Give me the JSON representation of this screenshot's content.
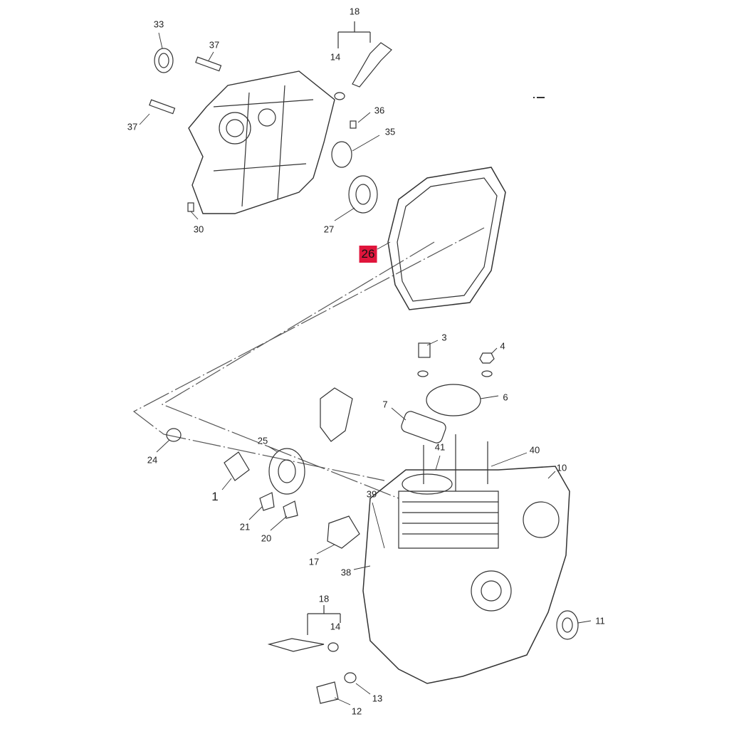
{
  "diagram": {
    "type": "exploded parts diagram",
    "highlight_color": "#e0153c",
    "callouts": [
      "18",
      "14",
      "33",
      "37",
      "37",
      "36",
      "35",
      "30",
      "27",
      "26",
      "3",
      "4",
      "6",
      "7",
      "41",
      "40",
      "10",
      "24",
      "25",
      "1",
      "39",
      "21",
      "20",
      "17",
      "38",
      "18",
      "14",
      "11",
      "13",
      "12"
    ],
    "highlighted_callout": "26"
  }
}
